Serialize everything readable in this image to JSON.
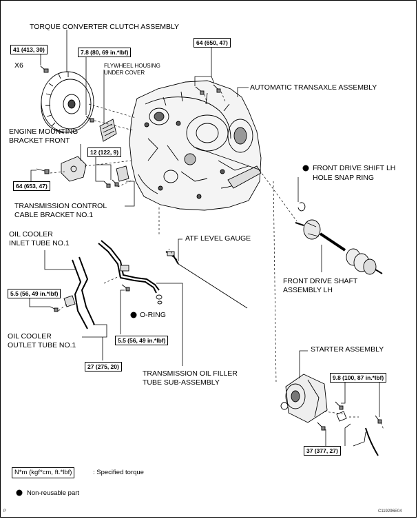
{
  "labels": {
    "torque_converter": "TORQUE CONVERTER CLUTCH ASSEMBLY",
    "flywheel_cover_1": "FLYWHEEL HOUSING",
    "flywheel_cover_2": "UNDER COVER",
    "auto_transaxle": "AUTOMATIC TRANSAXLE ASSEMBLY",
    "engine_mount_1": "ENGINE MOUNTING",
    "engine_mount_2": "BRACKET FRONT",
    "trans_control_1": "TRANSMISSION CONTROL",
    "trans_control_2": "CABLE BRACKET NO.1",
    "front_drive_snap_1": "FRONT DRIVE SHIFT LH",
    "front_drive_snap_2": "HOLE SNAP RING",
    "oil_inlet_1": "OIL COOLER",
    "oil_inlet_2": "INLET TUBE NO.1",
    "atf_gauge": "ATF LEVEL GAUGE",
    "drive_shaft_1": "FRONT DRIVE SHAFT",
    "drive_shaft_2": "ASSEMBLY LH",
    "o_ring": "O-RING",
    "oil_outlet_1": "OIL COOLER",
    "oil_outlet_2": "OUTLET TUBE NO.1",
    "filler_tube_1": "TRANSMISSION OIL FILLER",
    "filler_tube_2": "TUBE SUB-ASSEMBLY",
    "starter": "STARTER ASSEMBLY",
    "x6": "X6"
  },
  "torques": {
    "t41": "41 (413, 30)",
    "t78": "7.8 (80, 69 in.*lbf)",
    "t64a": "64 (650, 47)",
    "t12": "12 (122, 9)",
    "t64b": "64 (653, 47)",
    "t55a": "5.5 (56, 49 in.*lbf)",
    "t55b": "5.5 (56, 49 in.*lbf)",
    "t27": "27 (275, 20)",
    "t98": "9.8 (100, 87 in.*lbf)",
    "t37": "37 (377, 27)"
  },
  "legend": {
    "unit_box": "N*m (kgf*cm, ft.*lbf)",
    "unit_text": ": Specified torque",
    "nonreusable": "Non-reusable part"
  },
  "corner": {
    "left": "P",
    "right": "C119296E04"
  }
}
